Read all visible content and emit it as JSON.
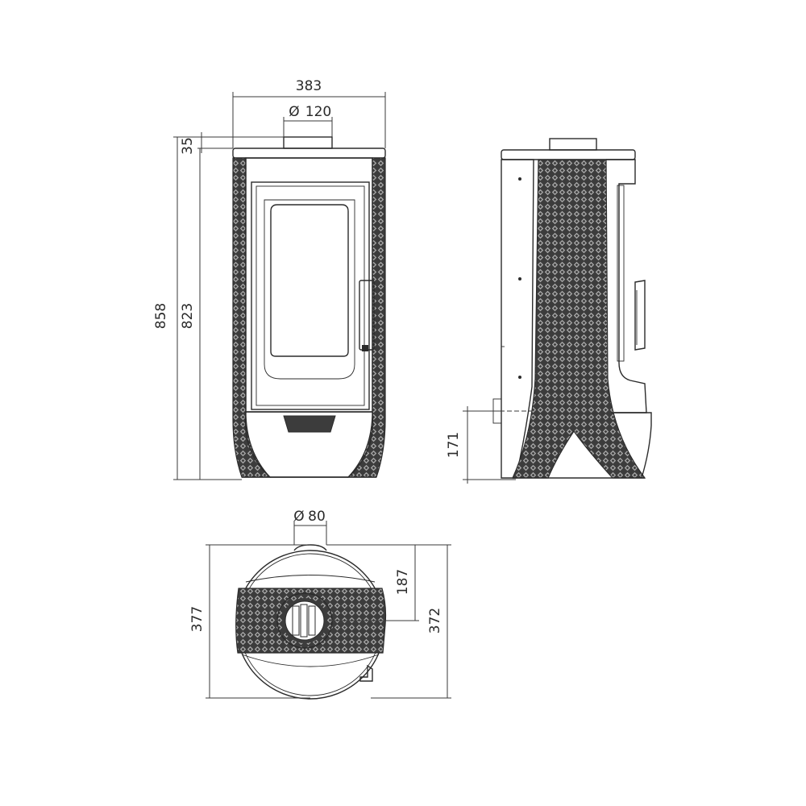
{
  "colors": {
    "ink": "#2b2b2b",
    "pattern_fill": "#3c3c3c",
    "background": "#ffffff"
  },
  "front_view": {
    "width": "383",
    "flue_diameter": "120",
    "top_offset": "35",
    "total_height": "858",
    "body_height": "823"
  },
  "side_view": {
    "outlet_height": "171"
  },
  "top_view": {
    "flue_diameter": "80",
    "depth_outer": "377",
    "depth_inner": "372",
    "flue_offset": "187"
  },
  "symbols": {
    "diameter": "Ø"
  }
}
